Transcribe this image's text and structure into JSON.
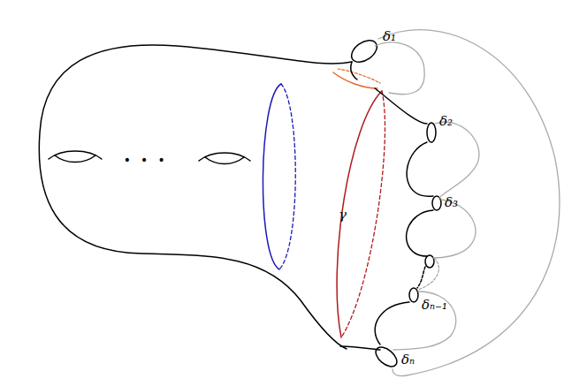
{
  "diagram": {
    "labels": [
      "· · ·",
      "δ₁",
      "δ₂",
      "δ₃",
      "δₙ₋₁",
      "δₙ",
      "γ"
    ]
  }
}
